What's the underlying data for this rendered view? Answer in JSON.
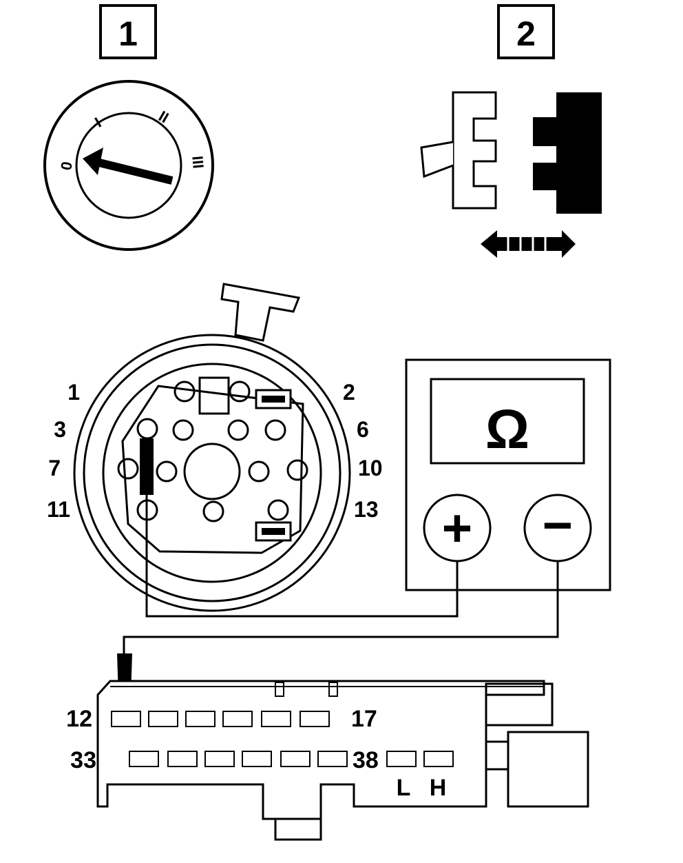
{
  "callouts": [
    "1",
    "2"
  ],
  "rotary_switch": {
    "positions": [
      "0",
      "I",
      "II",
      "III"
    ]
  },
  "meter": {
    "symbol": "Ω",
    "plus": "+",
    "minus": "−"
  },
  "switch_pins_left": [
    "1",
    "3",
    "7",
    "11"
  ],
  "switch_pins_right": [
    "2",
    "6",
    "10",
    "13"
  ],
  "connector": {
    "row1_start": "12",
    "row1_end": "17",
    "row2_start": "33",
    "row2_end": "38",
    "label_l": "L",
    "label_h": "H"
  },
  "colors": {
    "ink": "#000000",
    "paper": "#ffffff"
  }
}
